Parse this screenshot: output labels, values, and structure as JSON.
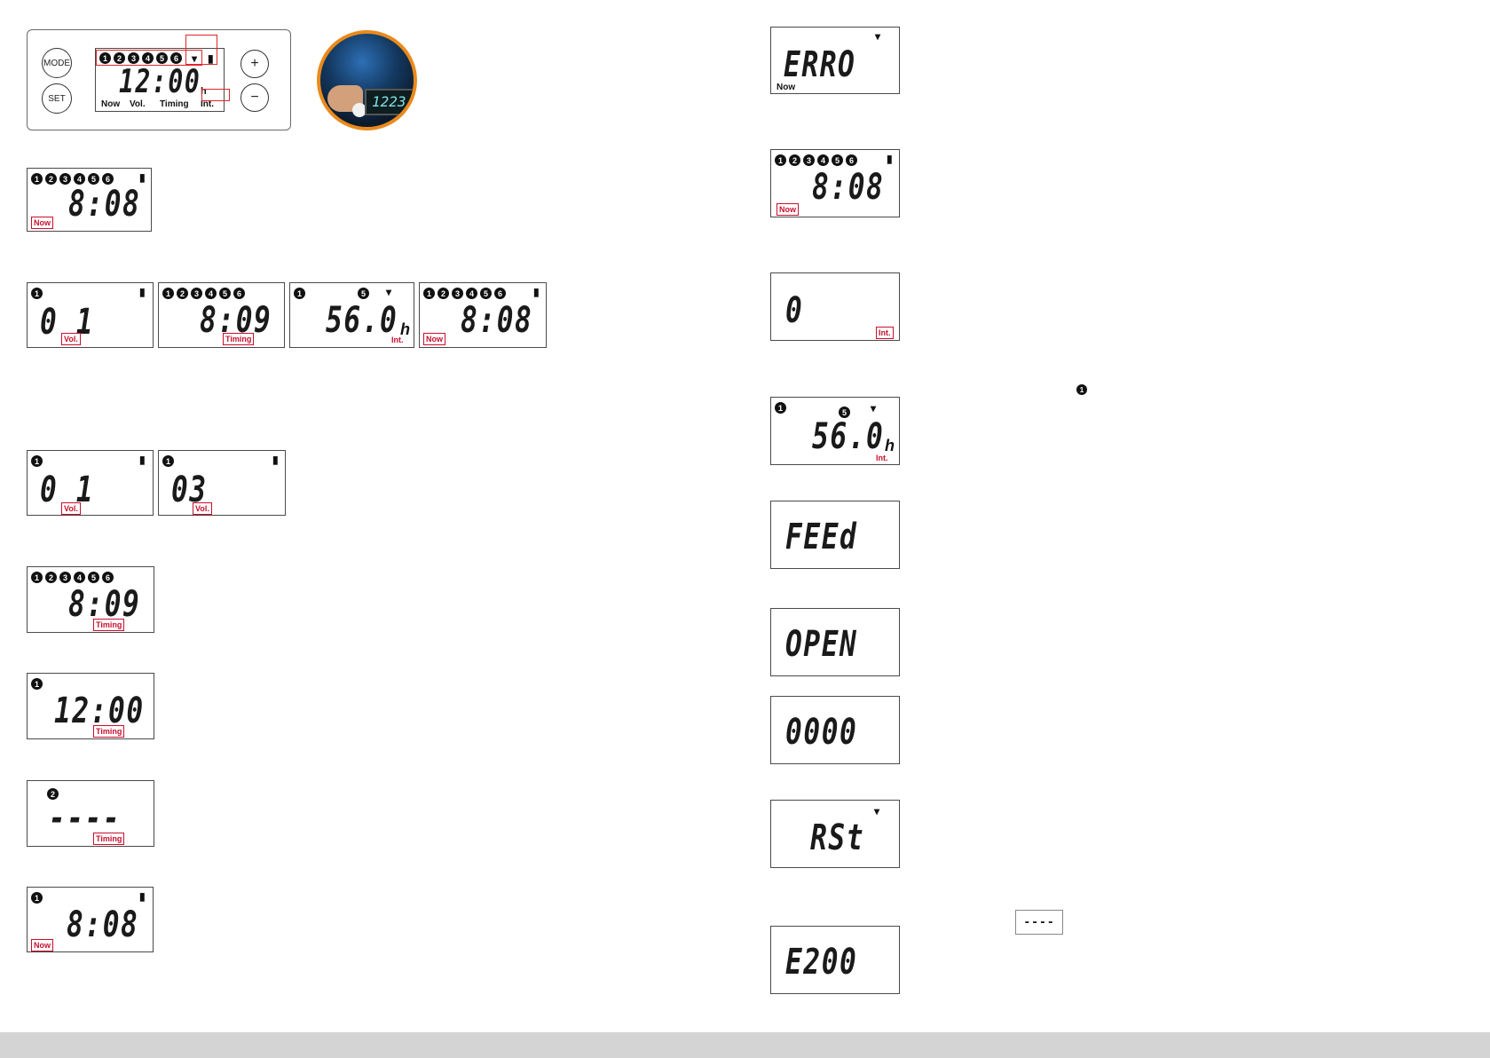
{
  "panel": {
    "mode_label": "MODE",
    "set_label": "SET",
    "plus_label": "+",
    "minus_label": "−",
    "display": "12:00",
    "unit": "h",
    "bottom_labels": [
      "Now",
      "Vol.",
      "Timing",
      "Int."
    ],
    "dots": [
      "1",
      "2",
      "3",
      "4",
      "5",
      "6"
    ]
  },
  "photo": {
    "screen_text": "1223"
  },
  "left_displays": {
    "d1": {
      "digits": "8:08",
      "tag": "Now"
    },
    "row2": [
      {
        "digits": "0 1",
        "tag": "Vol."
      },
      {
        "digits": "8:09",
        "tag": "Timing"
      },
      {
        "digits": "56.0",
        "unit": "h",
        "tag": "Int."
      },
      {
        "digits": "8:08",
        "tag": "Now"
      }
    ],
    "row3": [
      {
        "digits": "0 1",
        "tag": "Vol."
      },
      {
        "digits": "03",
        "tag": "Vol."
      }
    ],
    "d5": {
      "digits": "8:09",
      "tag": "Timing"
    },
    "d6": {
      "digits": "12:00",
      "tag": "Timing"
    },
    "d7": {
      "digits": "----",
      "tag": "Timing"
    },
    "d8": {
      "digits": "8:08",
      "tag": "Now"
    }
  },
  "right_displays": {
    "r1": {
      "digits": "ERRO",
      "tag": "Now"
    },
    "r2": {
      "digits": "8:08",
      "tag": "Now"
    },
    "r3": {
      "digits": "0",
      "tag": "Int."
    },
    "r4": {
      "digits": "56.0",
      "unit": "h",
      "tag": "Int."
    },
    "r5": {
      "digits": "FEEd"
    },
    "r6": {
      "digits": "OPEN"
    },
    "r7": {
      "digits": "0000"
    },
    "r8": {
      "digits": "RSt"
    },
    "r9": {
      "digits": "E200"
    }
  },
  "inline": {
    "dashes": "----",
    "dot": "1"
  },
  "icons": {
    "battery": "battery-icon",
    "tap": "faucet-icon"
  }
}
